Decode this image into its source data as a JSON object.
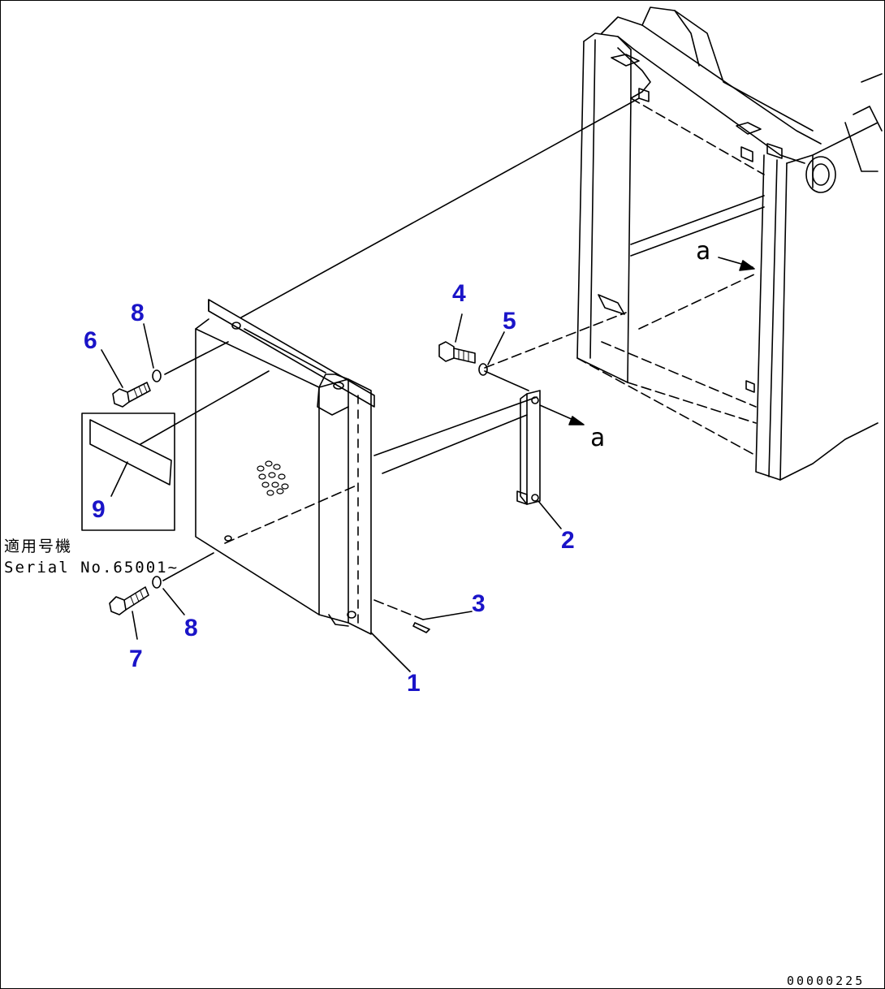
{
  "drawing": {
    "stroke_color": "#000000",
    "callout_color": "#1a14c8",
    "background": "#ffffff"
  },
  "callouts": {
    "p1": "1",
    "p2": "2",
    "p3": "3",
    "p4": "4",
    "p5": "5",
    "p6": "6",
    "p7": "7",
    "p8_upper": "8",
    "p8_lower": "8",
    "p9": "9"
  },
  "view_labels": {
    "a_frame": "a",
    "a_bracket": "a"
  },
  "note": {
    "line1": "適用号機",
    "line2": "Serial No.65001~"
  },
  "reference_number": "00000225"
}
